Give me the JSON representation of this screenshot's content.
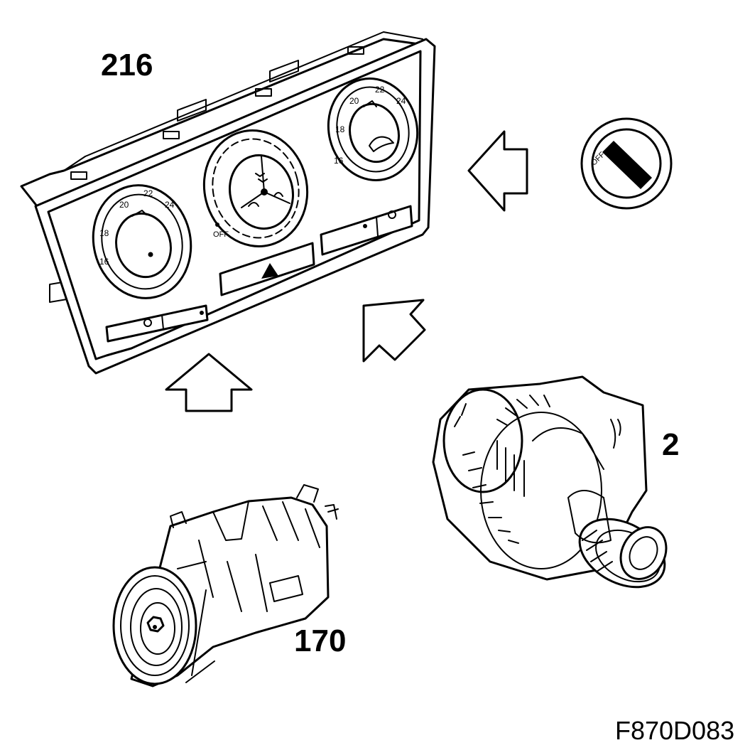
{
  "labels": {
    "control_panel": "216",
    "generator": "2",
    "compressor": "170",
    "figure_code": "F870D083"
  },
  "panel_markings": {
    "left_dial_scale": [
      "16",
      "18",
      "20",
      "22",
      "24"
    ],
    "right_dial_scale": [
      "16",
      "18",
      "20",
      "22",
      "24"
    ],
    "fan_off": "OFF",
    "ignition_switch_off": "OFF"
  }
}
